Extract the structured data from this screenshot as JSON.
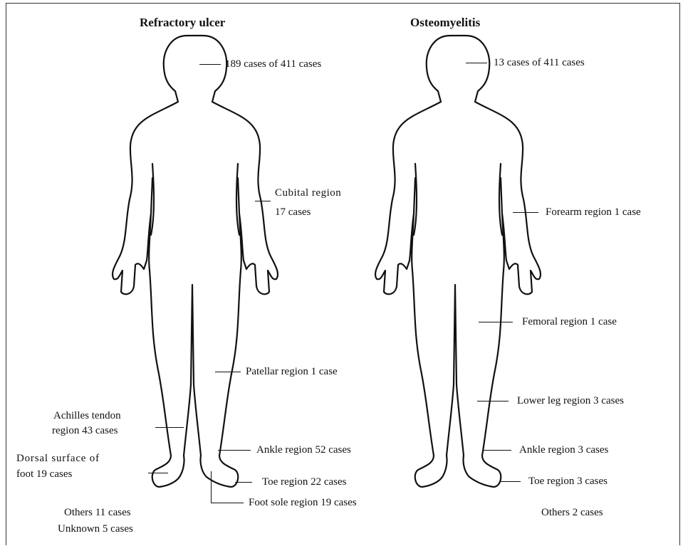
{
  "panels": {
    "left": {
      "title": "Refractory ulcer",
      "head": "189 cases of 411 cases",
      "cubital_line1": "Cubital region",
      "cubital_line2": "17 cases",
      "patellar": "Patellar region 1 case",
      "achilles_line1": "Achilles tendon",
      "achilles_line2": "region 43 cases",
      "ankle": "Ankle region 52 cases",
      "dorsal_line1": "Dorsal surface of",
      "dorsal_line2": "foot 19 cases",
      "toe": "Toe region 22 cases",
      "sole": "Foot sole region 19 cases",
      "others": "Others 11 cases",
      "unknown": "Unknown 5 cases"
    },
    "right": {
      "title": "Osteomyelitis",
      "head": "13 cases of 411 cases",
      "forearm": "Forearm region 1 case",
      "femoral": "Femoral region 1 case",
      "lower_leg": "Lower leg region 3 cases",
      "ankle": "Ankle region 3 cases",
      "toe": "Toe region 3 cases",
      "others": "Others 2 cases"
    }
  }
}
